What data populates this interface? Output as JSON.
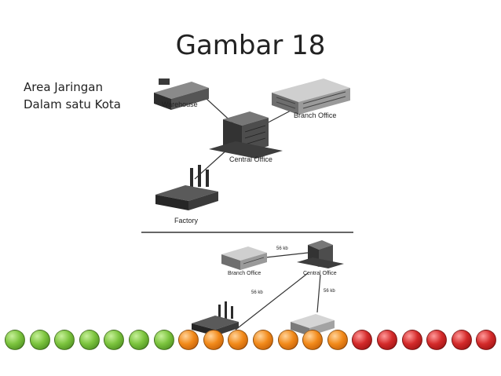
{
  "slide": {
    "title": "Gambar 18",
    "side_label_lines": [
      "Area Jaringan",
      "Dalam satu Kota"
    ]
  },
  "diagram_top": {
    "nodes": {
      "warehouse": "Warehouse",
      "branch_office": "Branch Office",
      "central_office": "Central Office",
      "factory": "Factory"
    }
  },
  "diagram_bottom": {
    "nodes": {
      "branch_office": "Branch Office",
      "central_office": "Central Office"
    },
    "link_labels": [
      "56 kb",
      "56 kb",
      "56 kb"
    ]
  },
  "progress_dots": {
    "colors": {
      "green": "#7cc43e",
      "orange": "#f28a1a",
      "red": "#d42a2a"
    },
    "sequence": [
      "green",
      "green",
      "green",
      "green",
      "green",
      "green",
      "green",
      "orange",
      "orange",
      "orange",
      "orange",
      "orange",
      "orange",
      "orange",
      "red",
      "red",
      "red",
      "red",
      "red",
      "red"
    ]
  }
}
